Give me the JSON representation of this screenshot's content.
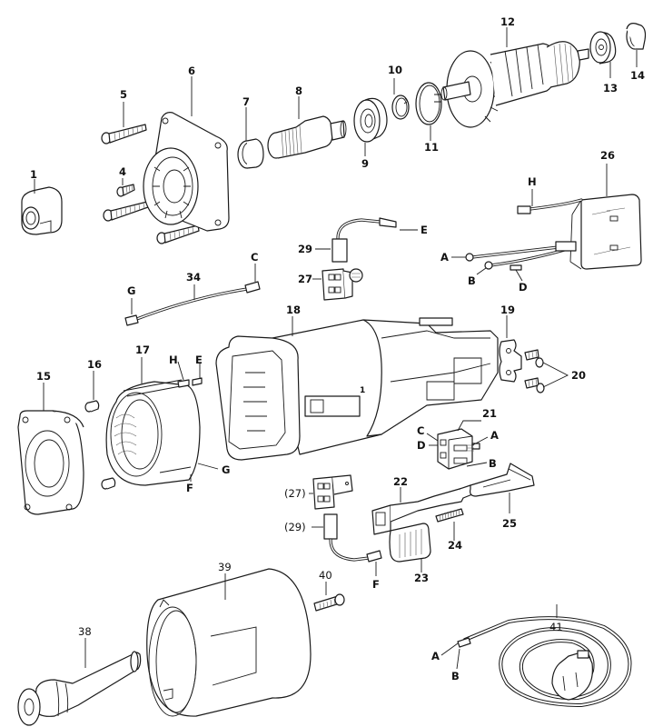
{
  "diagram": {
    "title": "Exploded parts diagram – power tool motor assembly",
    "labels": {
      "p1": "1",
      "p4": "4",
      "p5": "5",
      "p6": "6",
      "p7": "7",
      "p8": "8",
      "p9": "9",
      "p10": "10",
      "p11": "11",
      "p12": "12",
      "p13": "13",
      "p14": "14",
      "p15": "15",
      "p16": "16",
      "p17": "17",
      "p18": "18",
      "p19": "19",
      "p20": "20",
      "p21": "21",
      "p22": "22",
      "p23": "23",
      "p24": "24",
      "p25": "25",
      "p26": "26",
      "p27": "27",
      "p29": "29",
      "p27b": "(27)",
      "p29b": "(29)",
      "p34": "34",
      "p38": "38",
      "p39": "39",
      "p40": "40",
      "p41": "41",
      "housing_mark": "1"
    },
    "connectors": {
      "p26_H": "H",
      "p26_A": "A",
      "p26_B": "B",
      "p26_D": "D",
      "p29_E": "E",
      "p34_G": "G",
      "p34_C": "C",
      "p17_H": "H",
      "p17_E": "E",
      "p17_G": "G",
      "p17_F": "F",
      "p21_C": "C",
      "p21_D": "D",
      "p21_A": "A",
      "p21_B": "B",
      "p29b_F": "F",
      "p41_A": "A",
      "p41_B": "B"
    }
  }
}
